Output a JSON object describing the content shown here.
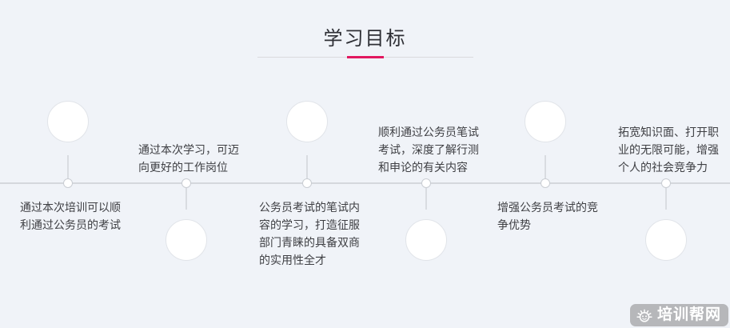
{
  "page": {
    "title": "学习目标",
    "background_color": "#f0f3f8",
    "accent_color": "#e2185f",
    "text_color": "#3e3f43"
  },
  "timeline": {
    "items": [
      {
        "text": "通过本次培训可以顺利通过公务员的考试"
      },
      {
        "text": "通过本次学习，可迈向更好的工作岗位"
      },
      {
        "text": "公务员考试的笔试内容的学习，打造征服部门青睐的具备双商的实用性全才"
      },
      {
        "text": "顺利通过公务员笔试考试，深度了解行测和申论的有关内容"
      },
      {
        "text": "增强公务员考试的竞争优势"
      },
      {
        "text": "拓宽知识面、打开职业的无限可能，增强个人的社会竞争力"
      }
    ]
  },
  "watermark": {
    "icon": "sun-face-icon",
    "text": "培训帮网",
    "badge_color": "#b6b7ba"
  }
}
